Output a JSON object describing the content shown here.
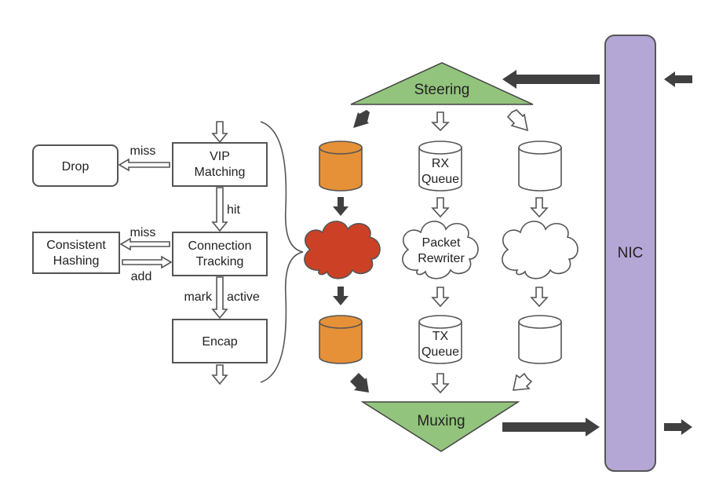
{
  "pipeline": {
    "vip_matching": "VIP\nMatching",
    "connection_tracking": "Connection\nTracking",
    "encap": "Encap",
    "drop": "Drop",
    "consistent_hashing": "Consistent\nHashing",
    "miss_drop": "miss",
    "miss_hash": "miss",
    "add": "add",
    "hit": "hit",
    "mark": "mark",
    "active": "active"
  },
  "fabric": {
    "steering": "Steering",
    "muxing": "Muxing",
    "nic": "NIC",
    "rx_queue": "RX\nQueue",
    "tx_queue": "TX\nQueue",
    "packet_rewriter": "Packet\nRewriter"
  },
  "colors": {
    "triangle": "#93c47d",
    "nic": "#b4a7d6",
    "queue_active": "#e69138",
    "cloud_active": "#cc4125",
    "arrow_solid": "#404040"
  }
}
